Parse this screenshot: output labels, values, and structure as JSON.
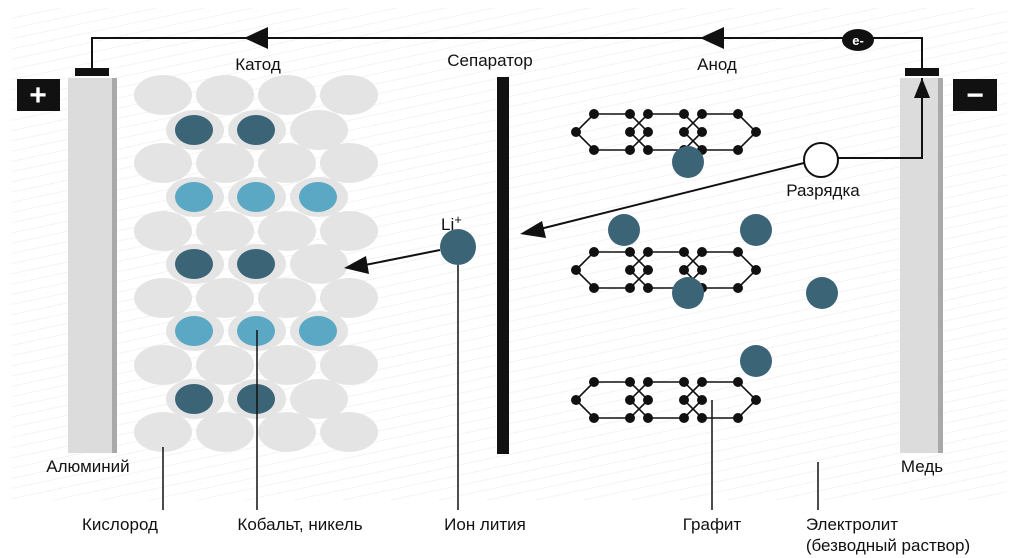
{
  "labels": {
    "cathode": "Катод",
    "separator": "Сепаратор",
    "anode": "Анод",
    "electron": "e-",
    "discharge": "Разрядка",
    "li_ion": "Li",
    "li_charge": "+",
    "aluminium": "Алюминий",
    "copper": "Медь",
    "oxygen": "Кислород",
    "cobalt_nickel": "Кобальт, никель",
    "lithium_ion": "Ион лития",
    "graphite": "Графит",
    "electrolyte": "Электролит",
    "electrolyte_note": "(безводный раствор)",
    "plus_sign": "+",
    "minus_sign": "−"
  },
  "colors": {
    "dark_ion": "#3c6477",
    "light_ion": "#5ba8c4",
    "oxygen": "#e4e4e4",
    "plate": "#dcdcdc",
    "plate_edge": "#a9a9a9",
    "hatch": "#ececec",
    "ink": "#111111"
  }
}
